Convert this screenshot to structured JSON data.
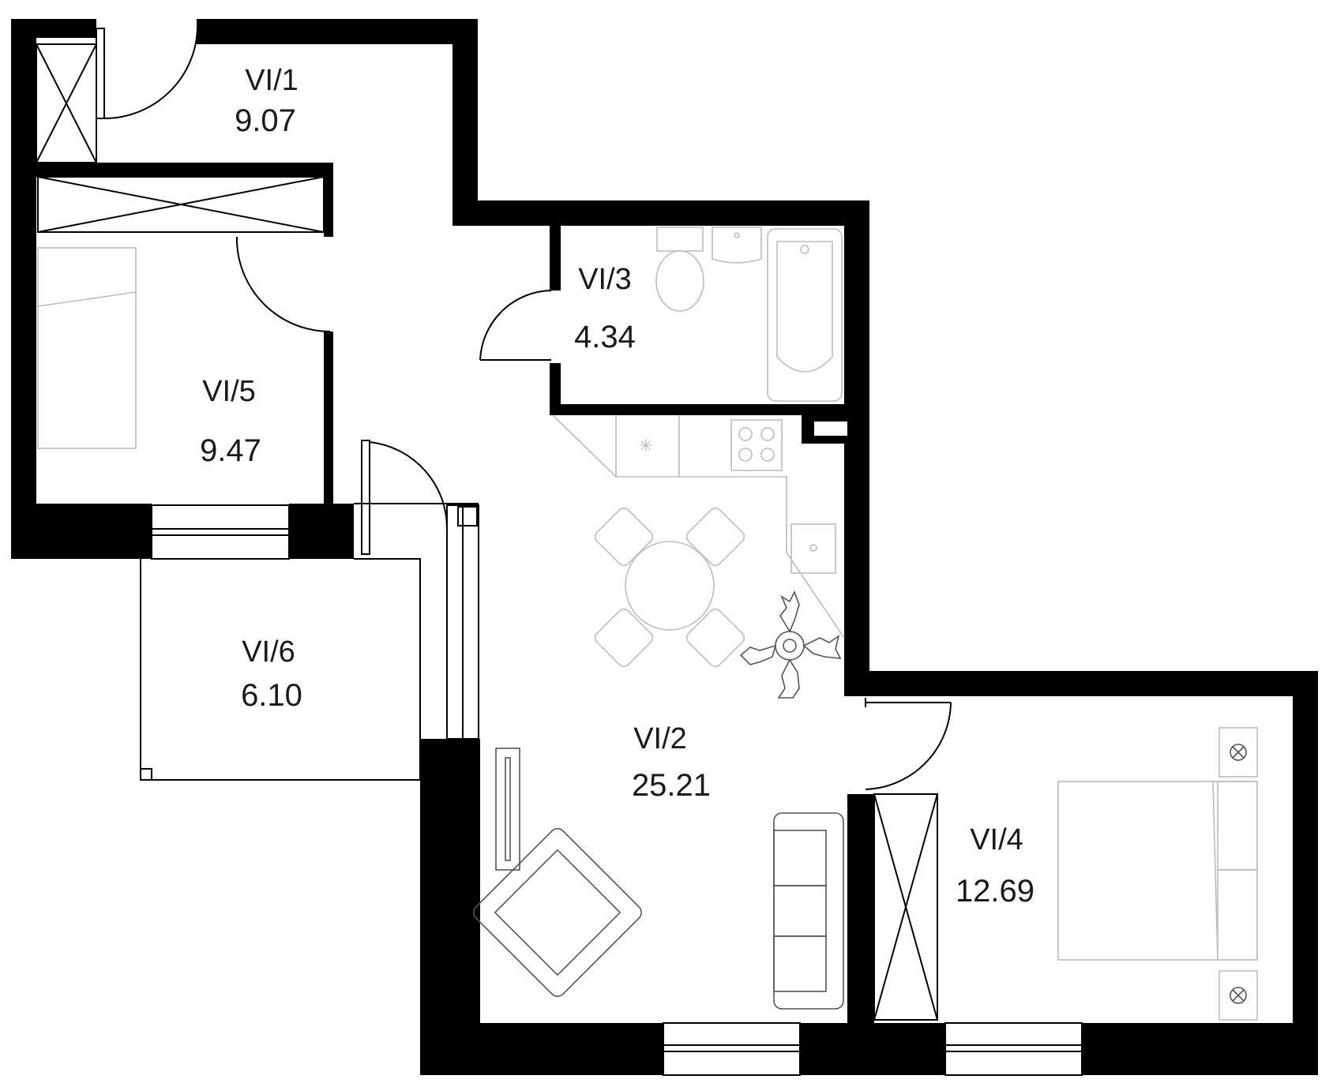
{
  "plan": {
    "rooms": [
      {
        "key": "vi1",
        "id": "VI/1",
        "area": "9.07"
      },
      {
        "key": "vi2",
        "id": "VI/2",
        "area": "25.21"
      },
      {
        "key": "vi3",
        "id": "VI/3",
        "area": "4.34"
      },
      {
        "key": "vi4",
        "id": "VI/4",
        "area": "12.69"
      },
      {
        "key": "vi5",
        "id": "VI/5",
        "area": "9.47"
      },
      {
        "key": "vi6",
        "id": "VI/6",
        "area": "6.10"
      }
    ],
    "colors": {
      "wall": "#000000",
      "furniture": "#bdbdbd",
      "text": "#1a1a1a",
      "background": "#ffffff"
    }
  }
}
